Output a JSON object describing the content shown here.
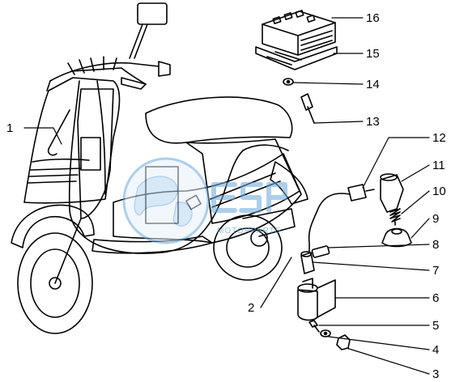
{
  "watermark": {
    "text": "MOTORPARTS",
    "color": "#4a90c8"
  },
  "callouts": [
    {
      "id": "c1",
      "label": "1"
    },
    {
      "id": "c2",
      "label": "2"
    },
    {
      "id": "c3",
      "label": "3"
    },
    {
      "id": "c4",
      "label": "4"
    },
    {
      "id": "c5",
      "label": "5"
    },
    {
      "id": "c6",
      "label": "6"
    },
    {
      "id": "c7",
      "label": "7"
    },
    {
      "id": "c8",
      "label": "8"
    },
    {
      "id": "c9",
      "label": "9"
    },
    {
      "id": "c10",
      "label": "10"
    },
    {
      "id": "c11",
      "label": "11"
    },
    {
      "id": "c12",
      "label": "12"
    },
    {
      "id": "c13",
      "label": "13"
    },
    {
      "id": "c14",
      "label": "14"
    },
    {
      "id": "c15",
      "label": "15"
    },
    {
      "id": "c16",
      "label": "16"
    }
  ],
  "parts": [
    "wiring-harness",
    "spark-plug-lead",
    "nut",
    "washer",
    "screw",
    "ignition-coil",
    "cable-sleeve",
    "connector",
    "grommet",
    "spring",
    "spark-plug-cap",
    "suppressor",
    "bolt",
    "washer-small",
    "regulator-base",
    "voltage-regulator"
  ]
}
